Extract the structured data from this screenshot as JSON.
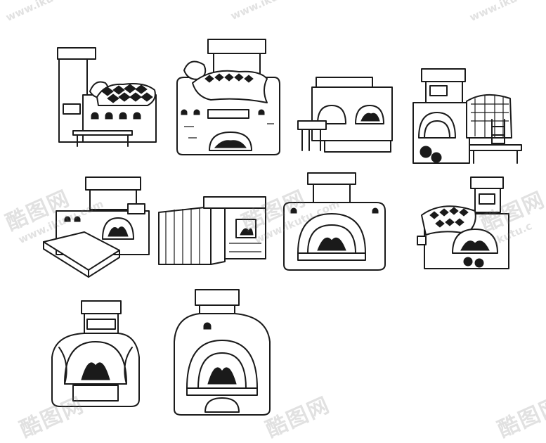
{
  "watermark": {
    "brand_cn": "酷图网",
    "url": "www.ikutu.com",
    "fragment_url": "ikutu.c"
  },
  "colors": {
    "ink": "#1a1a1a",
    "paper": "#ffffff",
    "watermark": "#787878"
  },
  "illustrations": [
    {
      "id": "stove-1",
      "subject": "stove with chimney, bench and quilt"
    },
    {
      "id": "stove-2",
      "subject": "stove with blanket, pillow and arched oven"
    },
    {
      "id": "stove-3",
      "subject": "low stove with two windows and bench"
    },
    {
      "id": "stove-4",
      "subject": "tall stove with oven, ladder and quilt"
    },
    {
      "id": "stove-5",
      "subject": "stove with side bench and fire window"
    },
    {
      "id": "stove-6",
      "subject": "wooden cabinet stove"
    },
    {
      "id": "stove-7",
      "subject": "wide stove with arched fire opening"
    },
    {
      "id": "stove-8",
      "subject": "stove with quilt and fire opening"
    },
    {
      "id": "stove-9",
      "subject": "bottle-shaped stove with curtains"
    },
    {
      "id": "stove-10",
      "subject": "bottle-shaped stove with fire arch"
    }
  ]
}
